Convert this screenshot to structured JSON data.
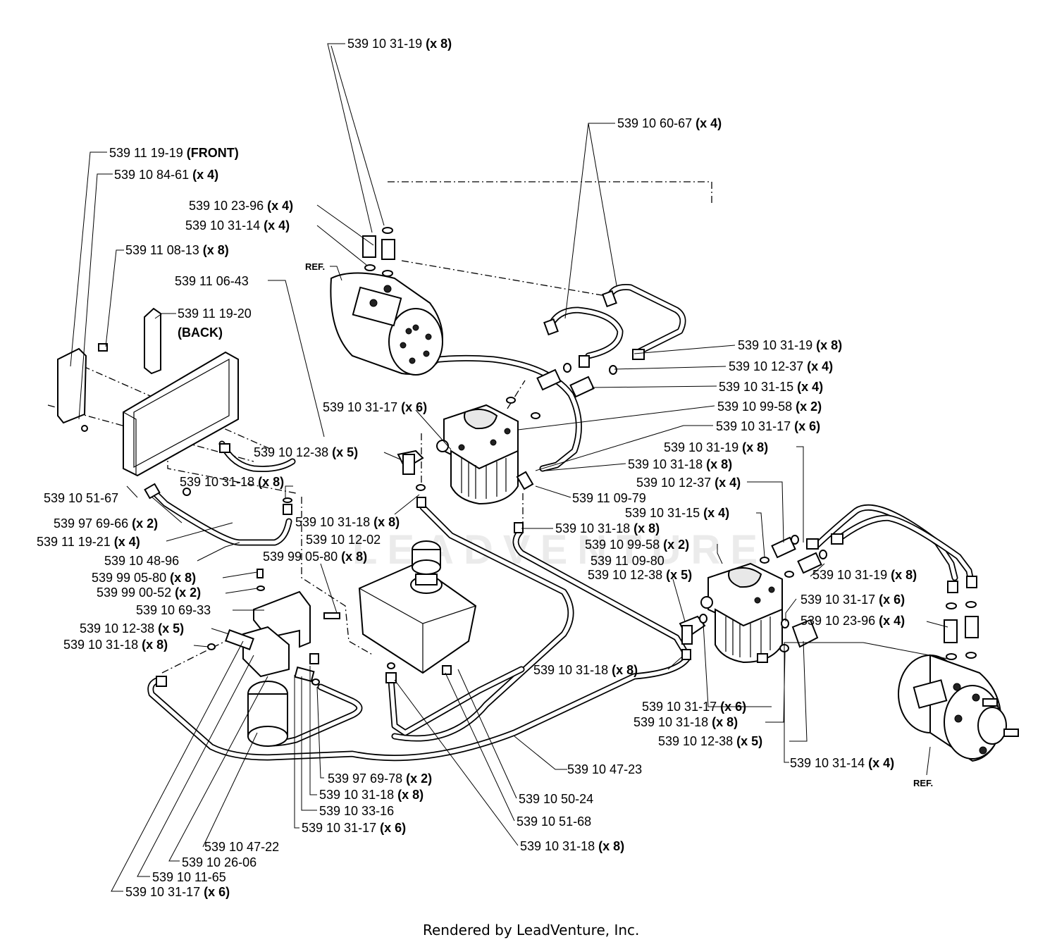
{
  "diagram": {
    "watermark": "LEADVENTURE",
    "footer": "Rendered by LeadVenture, Inc.",
    "ref_marker": "REF.",
    "labels": [
      {
        "id": "l01",
        "part": "539 10 31-19",
        "qty": "(x 8)"
      },
      {
        "id": "l02",
        "part": "539 10 60-67",
        "qty": "(x 4)"
      },
      {
        "id": "l03",
        "part": "539 11 19-19",
        "qty": "(FRONT)"
      },
      {
        "id": "l04",
        "part": "539 10 84-61",
        "qty": "(x 4)"
      },
      {
        "id": "l05",
        "part": "539 10 23-96",
        "qty": "(x 4)"
      },
      {
        "id": "l06",
        "part": "539 10 31-14",
        "qty": "(x 4)"
      },
      {
        "id": "l07",
        "part": "539 11 08-13",
        "qty": "(x 8)"
      },
      {
        "id": "l08",
        "part": "539 11 06-43",
        "qty": ""
      },
      {
        "id": "l09",
        "part": "539 11 19-20",
        "qty": ""
      },
      {
        "id": "l10",
        "part": "",
        "qty": "(BACK)"
      },
      {
        "id": "l11",
        "part": "539 10 31-19",
        "qty": "(x 8)"
      },
      {
        "id": "l12",
        "part": "539 10 12-37",
        "qty": "(x 4)"
      },
      {
        "id": "l13",
        "part": "539 10 31-15",
        "qty": "(x 4)"
      },
      {
        "id": "l14",
        "part": "539 10 31-17",
        "qty": "(x 6)"
      },
      {
        "id": "l15",
        "part": "539 10 99-58",
        "qty": "(x 2)"
      },
      {
        "id": "l16",
        "part": "539 10 31-17",
        "qty": "(x 6)"
      },
      {
        "id": "l17",
        "part": "539 10 31-19",
        "qty": "(x 8)"
      },
      {
        "id": "l18",
        "part": "539 10 12-38",
        "qty": "(x 5)"
      },
      {
        "id": "l19",
        "part": "539 10 31-18",
        "qty": "(x 8)"
      },
      {
        "id": "l20",
        "part": "539 10 12-37",
        "qty": "(x 4)"
      },
      {
        "id": "l21",
        "part": "539 10 51-67",
        "qty": ""
      },
      {
        "id": "l22",
        "part": "539 10 31-18",
        "qty": "(x 8)"
      },
      {
        "id": "l23",
        "part": "539 11 09-79",
        "qty": ""
      },
      {
        "id": "l24",
        "part": "539 10 31-15",
        "qty": "(x 4)"
      },
      {
        "id": "l25",
        "part": "539 97 69-66",
        "qty": "(x 2)"
      },
      {
        "id": "l26",
        "part": "539 10 31-18",
        "qty": "(x 8)"
      },
      {
        "id": "l27",
        "part": "539 10 31-18",
        "qty": "(x 8)"
      },
      {
        "id": "l28",
        "part": "539 11 19-21",
        "qty": "(x 4)"
      },
      {
        "id": "l29",
        "part": "539 10 12-02",
        "qty": ""
      },
      {
        "id": "l30",
        "part": "539 10 99-58",
        "qty": "(x 2)"
      },
      {
        "id": "l31",
        "part": "539 10 48-96",
        "qty": ""
      },
      {
        "id": "l32",
        "part": "539 99 05-80",
        "qty": "(x 8)"
      },
      {
        "id": "l33",
        "part": "539 11 09-80",
        "qty": ""
      },
      {
        "id": "l34",
        "part": "539 99 05-80",
        "qty": "(x 8)"
      },
      {
        "id": "l35",
        "part": "539 10 12-38",
        "qty": "(x 5)"
      },
      {
        "id": "l36",
        "part": "539 10 31-19",
        "qty": "(x 8)"
      },
      {
        "id": "l37",
        "part": "539 99 00-52",
        "qty": "(x 2)"
      },
      {
        "id": "l38",
        "part": "539 10 31-17",
        "qty": "(x 6)"
      },
      {
        "id": "l39",
        "part": "539 10 69-33",
        "qty": ""
      },
      {
        "id": "l40",
        "part": "539 10 23-96",
        "qty": "(x 4)"
      },
      {
        "id": "l41",
        "part": "539 10 12-38",
        "qty": "(x 5)"
      },
      {
        "id": "l42",
        "part": "539 10 31-18",
        "qty": "(x 8)"
      },
      {
        "id": "l43",
        "part": "539 10 31-18",
        "qty": "(x 8)"
      },
      {
        "id": "l44",
        "part": "539 10 31-17",
        "qty": "(x 6)"
      },
      {
        "id": "l45",
        "part": "539 10 31-18",
        "qty": "(x 8)"
      },
      {
        "id": "l46",
        "part": "539 10 12-38",
        "qty": "(x 5)"
      },
      {
        "id": "l47",
        "part": "539 10 31-14",
        "qty": "(x 4)"
      },
      {
        "id": "l48",
        "part": "539 10 47-23",
        "qty": ""
      },
      {
        "id": "l49",
        "part": "539 97 69-78",
        "qty": "(x 2)"
      },
      {
        "id": "l50",
        "part": "539 10 31-18",
        "qty": "(x 8)"
      },
      {
        "id": "l51",
        "part": "539 10 50-24",
        "qty": ""
      },
      {
        "id": "l52",
        "part": "539 10 33-16",
        "qty": ""
      },
      {
        "id": "l53",
        "part": "539 10 51-68",
        "qty": ""
      },
      {
        "id": "l54",
        "part": "539 10 31-17",
        "qty": "(x 6)"
      },
      {
        "id": "l55",
        "part": "539 10 31-18",
        "qty": "(x 8)"
      },
      {
        "id": "l56",
        "part": "539 10 47-22",
        "qty": ""
      },
      {
        "id": "l57",
        "part": "539 10 26-06",
        "qty": ""
      },
      {
        "id": "l58",
        "part": "539 10 11-65",
        "qty": ""
      },
      {
        "id": "l59",
        "part": "539 10 31-17",
        "qty": "(x 6)"
      }
    ]
  }
}
